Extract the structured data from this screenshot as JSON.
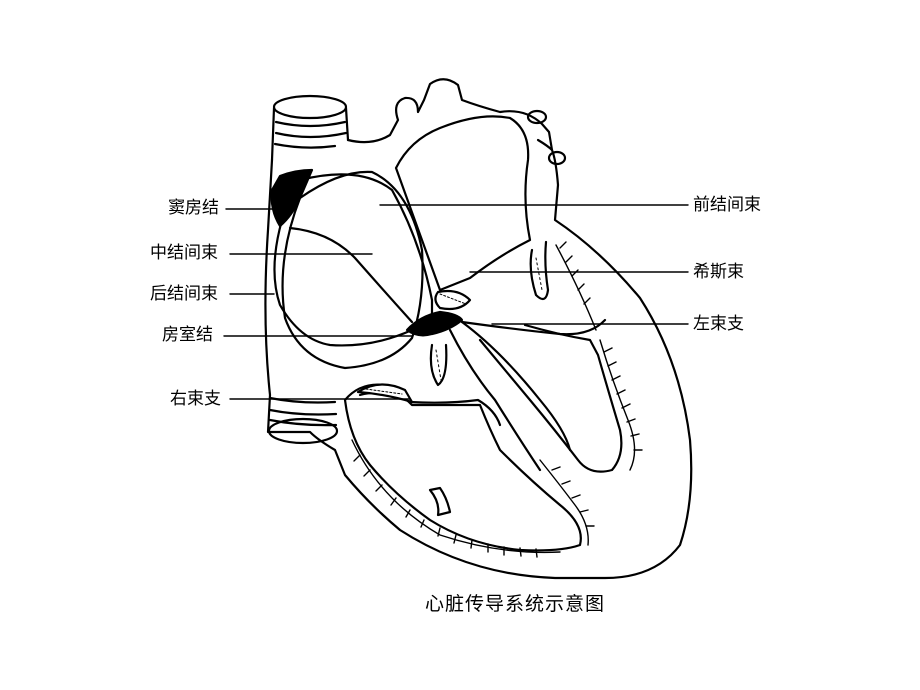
{
  "labels": {
    "sa_node": "窦房结",
    "middle_internodal": "中结间束",
    "posterior_internodal": "后结间束",
    "av_node": "房室结",
    "right_bundle_branch": "右束支",
    "anterior_internodal": "前结间束",
    "his_bundle": "希斯束",
    "left_bundle_branch": "左束支"
  },
  "caption": "心脏传导系统示意图"
}
